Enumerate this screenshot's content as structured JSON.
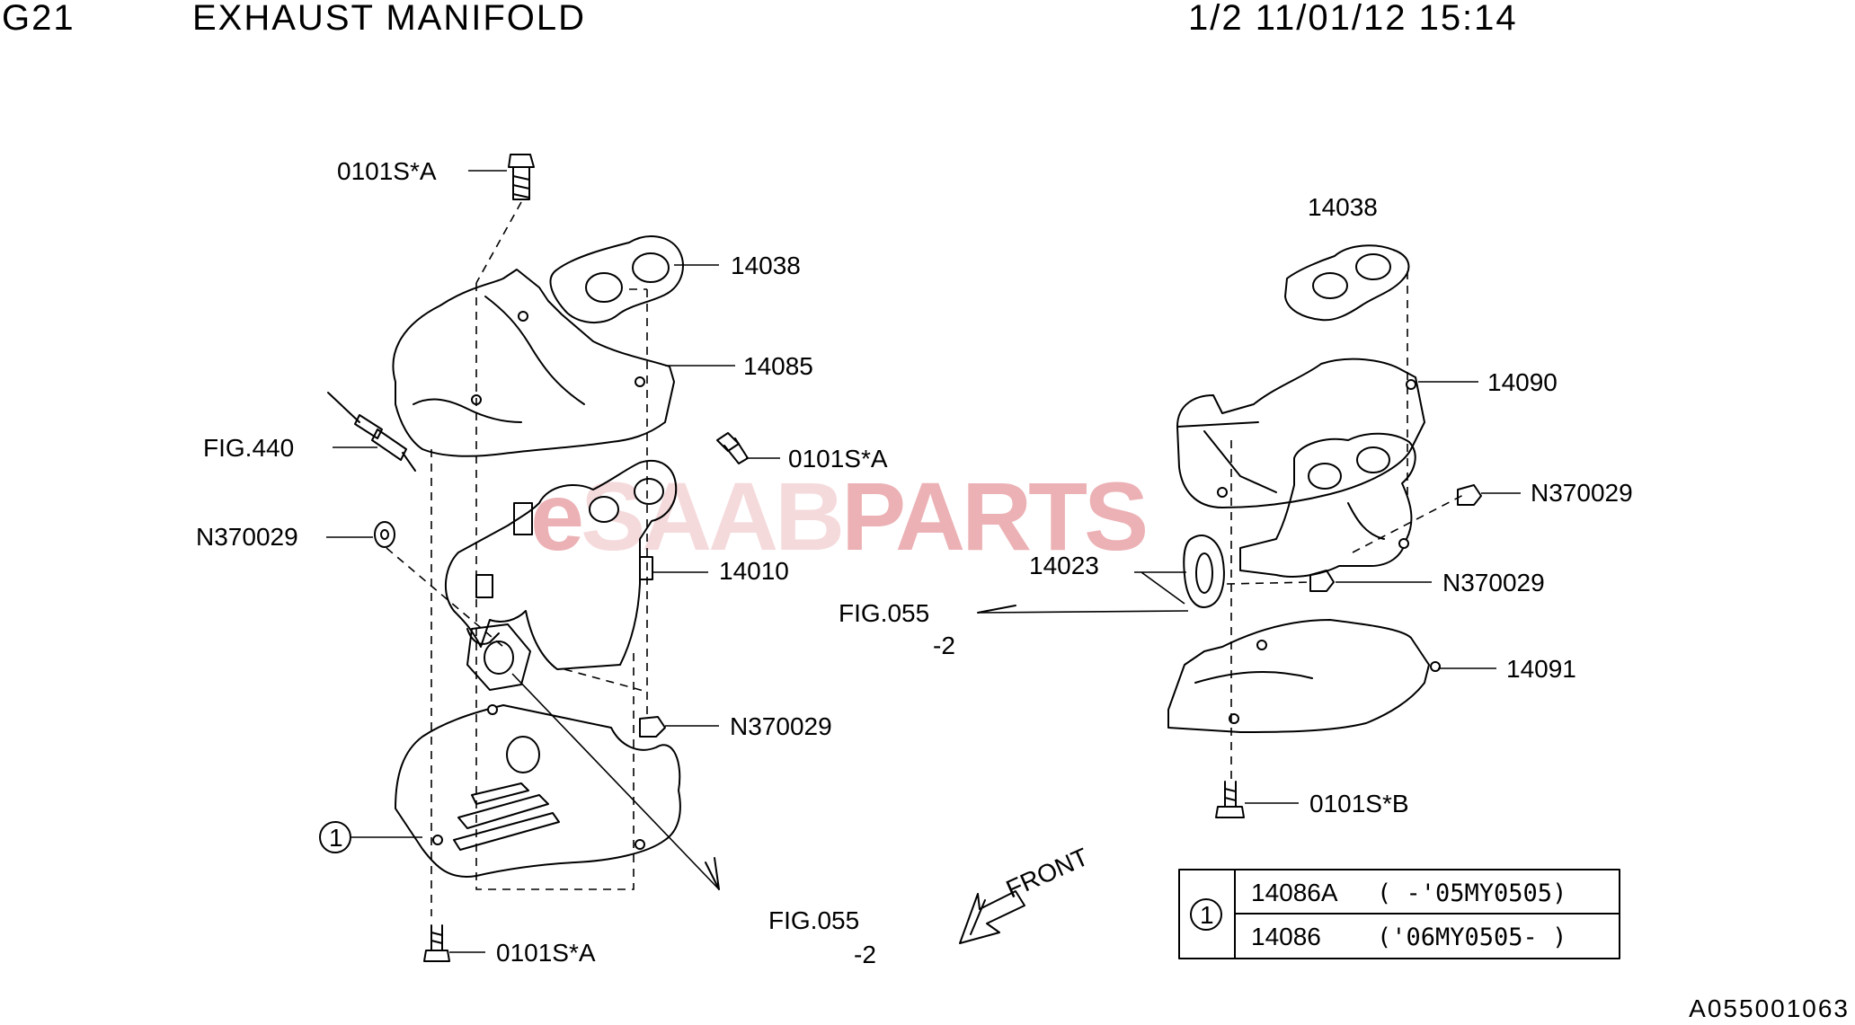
{
  "header": {
    "group_code": "G21",
    "title": "EXHAUST MANIFOLD",
    "page_date": "1/2 11/01/12 15:14"
  },
  "watermark": {
    "prefix": "e",
    "brand": "SAAB",
    "suffix": "PARTS",
    "color_prefix": "#e07e84",
    "color_brand": "#f0c2c6",
    "color_suffix": "#e07e84"
  },
  "callouts": {
    "bolt_top_left": "0101S*A",
    "gasket_left": "14038",
    "cover_upper_left": "14085",
    "fig440": "FIG.440",
    "bolt_mid_left": "0101S*A",
    "nut_left": "N370029",
    "manifold_left": "14010",
    "nut_lower_left": "N370029",
    "ref_circle_left": "1",
    "fig055_bottom": "FIG.055",
    "fig055_bottom_sub": "-2",
    "bolt_bottom_left": "0101S*A",
    "front": "FRONT",
    "gasket_right": "14038",
    "cover_upper_right": "14090",
    "nut_right_upper": "N370029",
    "gasket_round_right": "14023",
    "nut_right_mid": "N370029",
    "fig055_mid": "FIG.055",
    "fig055_mid_sub": "-2",
    "cover_lower_right": "14091",
    "bolt_bottom_right": "0101S*B"
  },
  "variant_table": {
    "ref": "1",
    "rows": [
      {
        "part": "14086A",
        "range": "( -'05MY0505)"
      },
      {
        "part": "14086",
        "range": "('06MY0505- )"
      }
    ]
  },
  "drawing_code": "A055001063"
}
